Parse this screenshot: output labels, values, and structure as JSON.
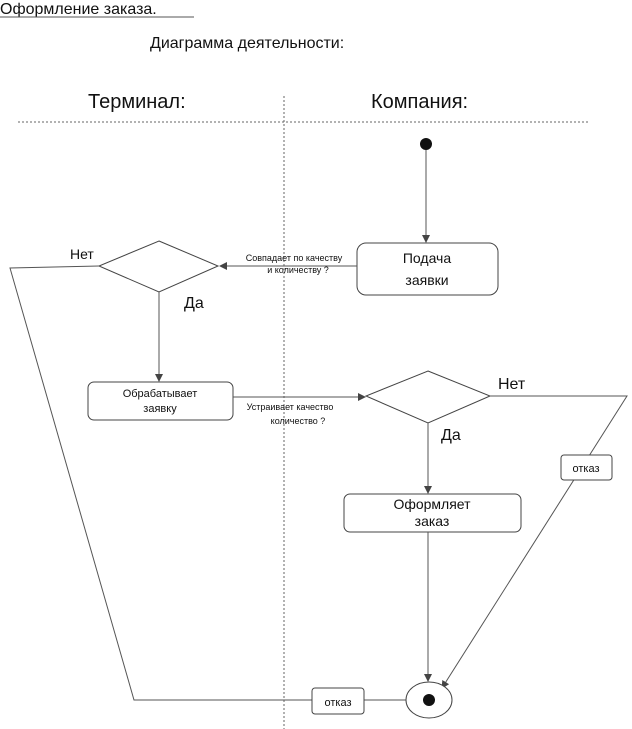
{
  "title": "Оформление заказа.",
  "subtitle": "Диаграмма деятельности:",
  "lanes": {
    "left": "Терминал:",
    "right": "Компания:"
  },
  "nodes": {
    "submit": [
      "Подача",
      "заявки"
    ],
    "process": [
      "Обрабатывает",
      "заявку"
    ],
    "place": [
      "Оформляет",
      "заказ"
    ]
  },
  "decisions": {
    "first": {
      "no": "Нет",
      "yes": "Да"
    },
    "second": {
      "no": "Нет",
      "yes": "Да"
    }
  },
  "edge_labels": {
    "check1": [
      "Совпадает по качеству",
      "и количеству ?"
    ],
    "check2": [
      "Устраивает качество",
      "количество ?"
    ]
  },
  "refusals": {
    "right": "отказ",
    "bottom": "отказ"
  }
}
